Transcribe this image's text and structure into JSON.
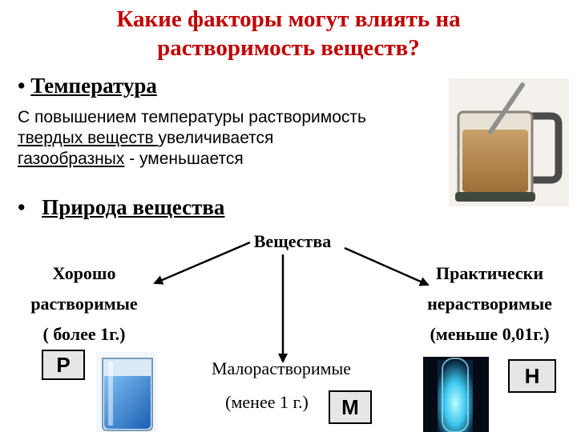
{
  "slide": {
    "title_line1": "Какие факторы могут влиять на",
    "title_line2": "растворимость веществ?",
    "temperature": {
      "bullet": "•",
      "heading": "Температура",
      "line1": "С повышением температуры растворимость",
      "line2_underlined": "твердых веществ ",
      "line2_rest": "увеличивается",
      "line3_underlined": "газообразных",
      "line3_rest": " - уменьшается"
    },
    "nature": {
      "bullet": "•",
      "heading": "Природа вещества"
    },
    "diagram": {
      "root": "Вещества",
      "left_line1": "Хорошо",
      "left_line2": "растворимые",
      "left_line3": "( более 1г.)",
      "left_letter": "Р",
      "middle_line1": "Малорастворимые",
      "middle_line2": "(менее 1 г.)",
      "middle_letter": "М",
      "right_line1": "Практически",
      "right_line2": "нерастворимые",
      "right_line3": "(меньше 0,01г.)",
      "right_letter": "Н"
    }
  },
  "colors": {
    "title": "#c00000",
    "blue_liquid": "#2f7fd0",
    "tea": "#b98a4e"
  },
  "icons": [
    "tea-glass-photo",
    "blue-beaker-photo",
    "glowing-test-tube-photo"
  ]
}
